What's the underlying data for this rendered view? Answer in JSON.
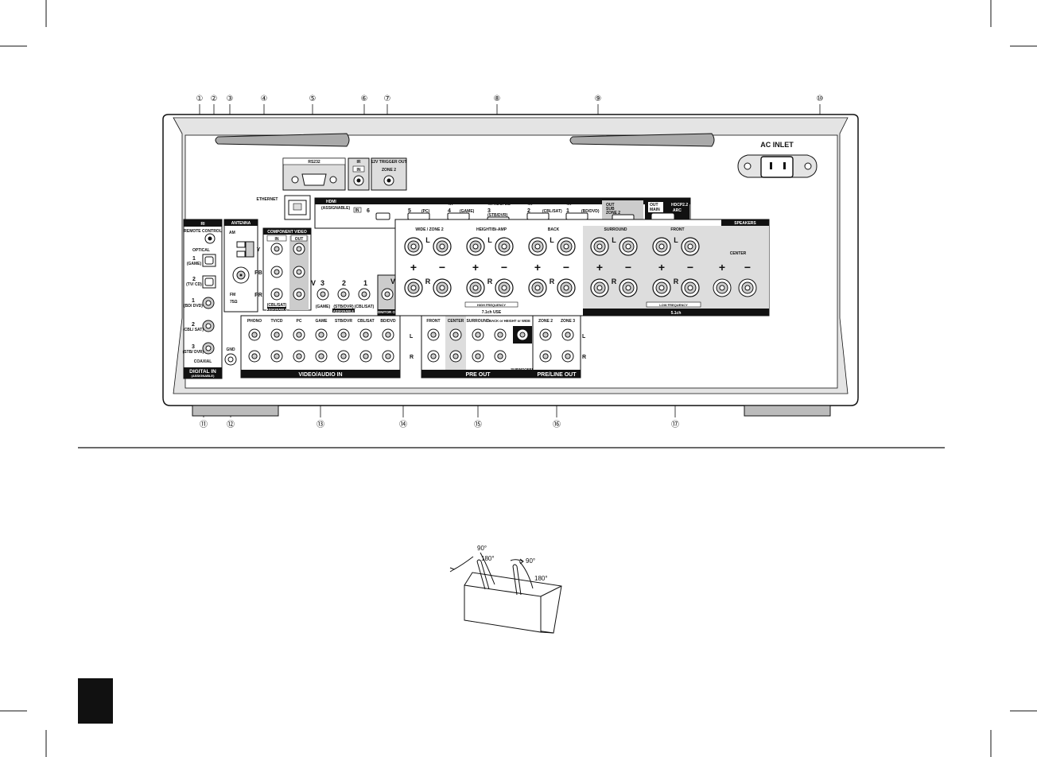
{
  "callouts": [
    "①",
    "②",
    "③",
    "④",
    "⑤",
    "⑥",
    "⑦",
    "⑧",
    "⑨",
    "⑩",
    "⑪",
    "⑫",
    "⑬",
    "⑭",
    "⑮",
    "⑯",
    "⑰"
  ],
  "ac_inlet": "AC INLET",
  "rs232": "RS232",
  "ir": {
    "title": "IR",
    "in": "IN"
  },
  "trigger": {
    "title": "12V TRIGGER OUT",
    "zone": "ZONE 2"
  },
  "ethernet": "ETHERNET",
  "hdmi": {
    "title": "HDMI",
    "sub": "(ASSIGNABLE)",
    "in": "IN",
    "inputs": [
      {
        "num": "6",
        "name": "",
        "badge": ""
      },
      {
        "num": "5",
        "name": "(PC)",
        "badge": ""
      },
      {
        "num": "4",
        "name": "(GAME)",
        "badge": "4K"
      },
      {
        "num": "3",
        "name": "(STB/DVR)",
        "badge": "4K HDCP2.2"
      },
      {
        "num": "2",
        "name": "(CBL/SAT)",
        "badge": "4K"
      },
      {
        "num": "1",
        "name": "(BD/DVD)",
        "badge": "4K"
      }
    ],
    "out_sub": {
      "line1": "OUT",
      "line2": "SUB",
      "line3": "ZONE 2"
    },
    "out_main": {
      "line1": "OUT",
      "line2": "MAIN",
      "hdcp": "HDCP2.2",
      "arc": "ARC"
    }
  },
  "ri": {
    "title": "RI",
    "remote": "REMOTE CONTROL"
  },
  "digital": {
    "optical": "OPTICAL",
    "opt_items": [
      {
        "num": "1",
        "name": "(GAME)"
      },
      {
        "num": "2",
        "name": "(TV/ CD)"
      }
    ],
    "coax_items": [
      {
        "num": "1",
        "name": "(BD/ DVD)"
      },
      {
        "num": "2",
        "name": "(CBL/ SAT)"
      },
      {
        "num": "3",
        "name": "(STB/ DVR)"
      }
    ],
    "coaxial": "COAXIAL",
    "title": "DIGITAL IN",
    "sub": "(ASSIGNABLE)"
  },
  "antenna": {
    "title": "ANTENNA",
    "am": "AM",
    "fm": "FM",
    "ohm": "75Ω",
    "gnd": "GND"
  },
  "component": {
    "title": "COMPONENT VIDEO",
    "in": "IN",
    "out": "OUT",
    "y": "Y",
    "b": "PB",
    "r": "PR",
    "src": "(CBL/SAT)",
    "assign": "ASSIGNABLE"
  },
  "composite": {
    "v": "V",
    "inputs": [
      {
        "num": "3",
        "name": "(GAME)"
      },
      {
        "num": "2",
        "name": "(STB/DVR)"
      },
      {
        "num": "1",
        "name": "(CBL/SAT)"
      }
    ],
    "assign": "ASSIGNABLE",
    "monitor": "MONITOR OUT"
  },
  "audio_in": {
    "labels": [
      "PHONO",
      "TV/CD",
      "PC",
      "GAME",
      "STB/DVR",
      "CBL/SAT",
      "BD/DVD"
    ],
    "title": "VIDEO/AUDIO IN",
    "l": "L",
    "r": "R"
  },
  "pre_out": {
    "labels": [
      "FRONT",
      "CENTER",
      "SURROUND",
      "BACK or HEIGHT or WIDE"
    ],
    "sub": "SUBWOOFER",
    "title": "PRE OUT"
  },
  "pre_line": {
    "labels": [
      "ZONE 2",
      "ZONE 3"
    ],
    "title": "PRE/LINE OUT"
  },
  "speakers": {
    "title": "SPEAKERS",
    "groups": [
      "WIDE / ZONE 2",
      "HEIGHT/Bi-AMP",
      "BACK",
      "SURROUND",
      "FRONT",
      "CENTER"
    ],
    "high": "HIGH FREQUENCY",
    "use7": "7.1ch USE",
    "low": "LOW FREQUENCY",
    "ch51": "5.1ch",
    "plus": "+",
    "minus": "−",
    "l": "L",
    "r": "R"
  },
  "fig": {
    "a90": "90°",
    "a180": "180°",
    "b90": "90°",
    "b180": "180°"
  }
}
